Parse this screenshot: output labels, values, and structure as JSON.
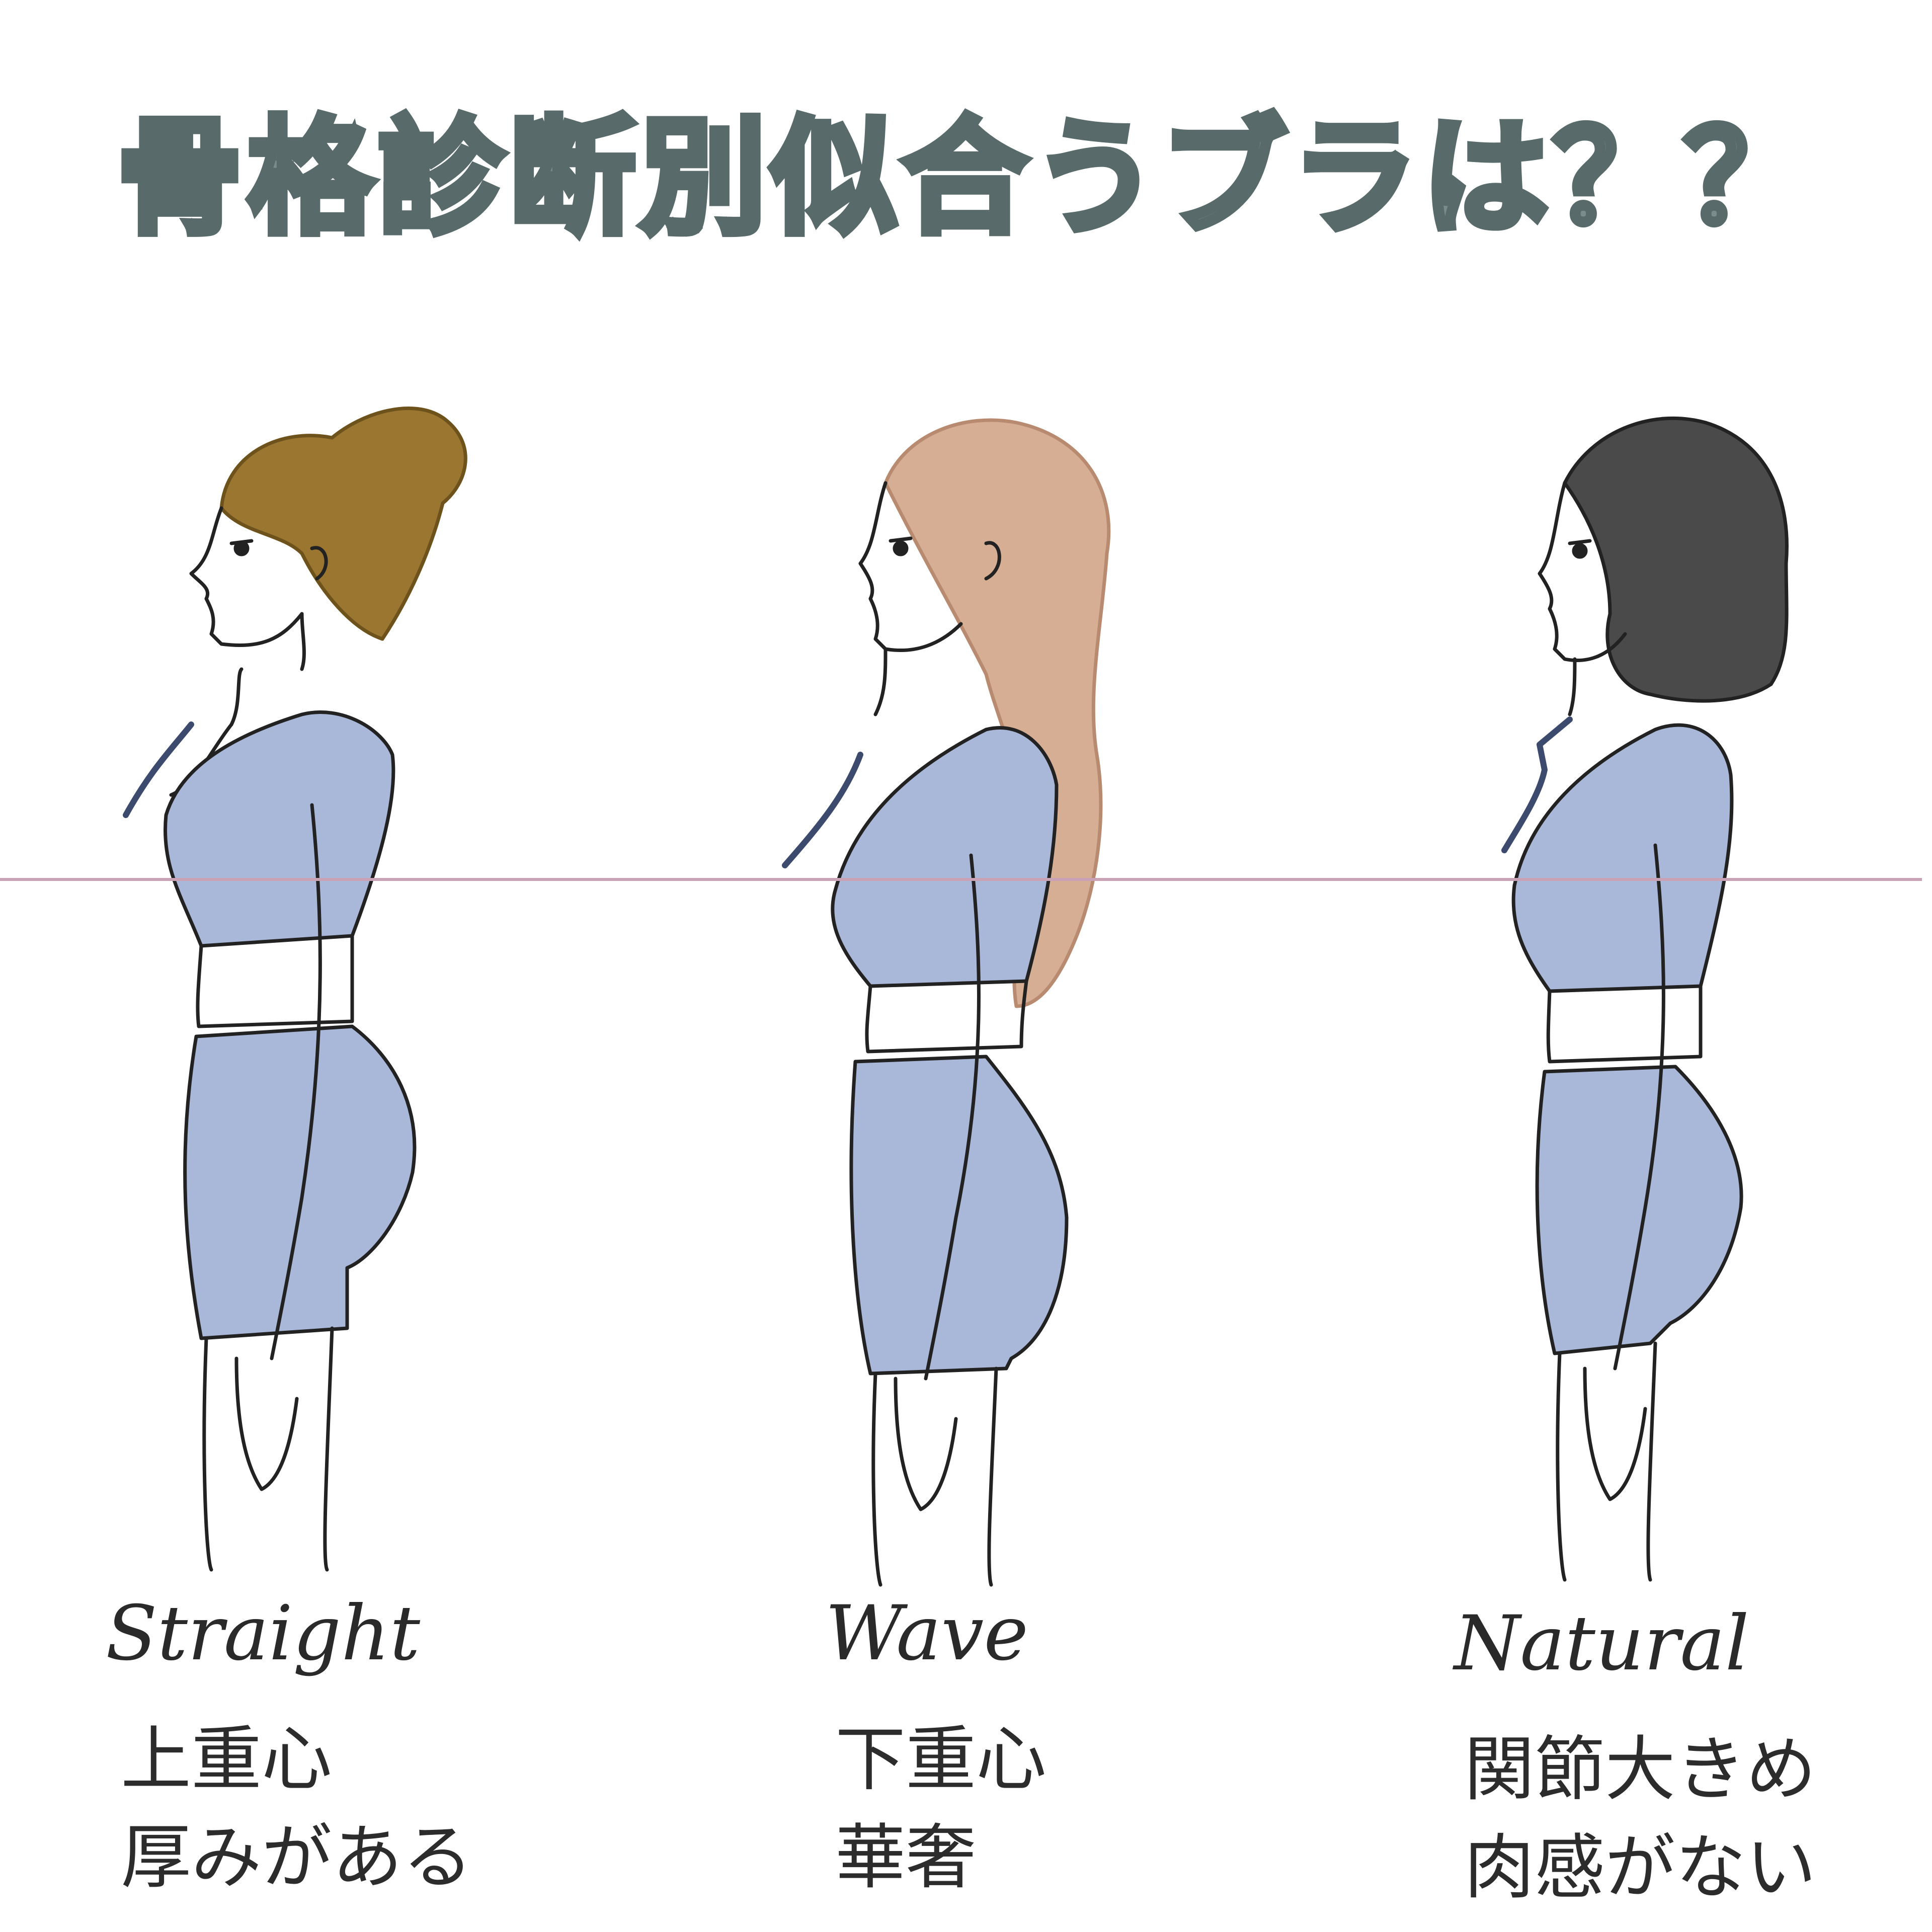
{
  "title": "骨格診断別似合うブラは？？",
  "colors": {
    "title": "#7a8c8c",
    "outfit": "#a9b7d9",
    "guide_line": "#c9a2b6",
    "accent_mark": "#3c4a6e",
    "hair_straight": "#8c6a24",
    "hair_wave": "#cfa48a",
    "hair_natural": "#3a3a3a"
  },
  "types": [
    {
      "name": "Straight",
      "line1": "上重心",
      "line2": "厚みがある"
    },
    {
      "name": "Wave",
      "line1": "下重心",
      "line2": "華奢"
    },
    {
      "name": "Natural",
      "line1": "関節大きめ",
      "line2": "肉感がない"
    }
  ]
}
